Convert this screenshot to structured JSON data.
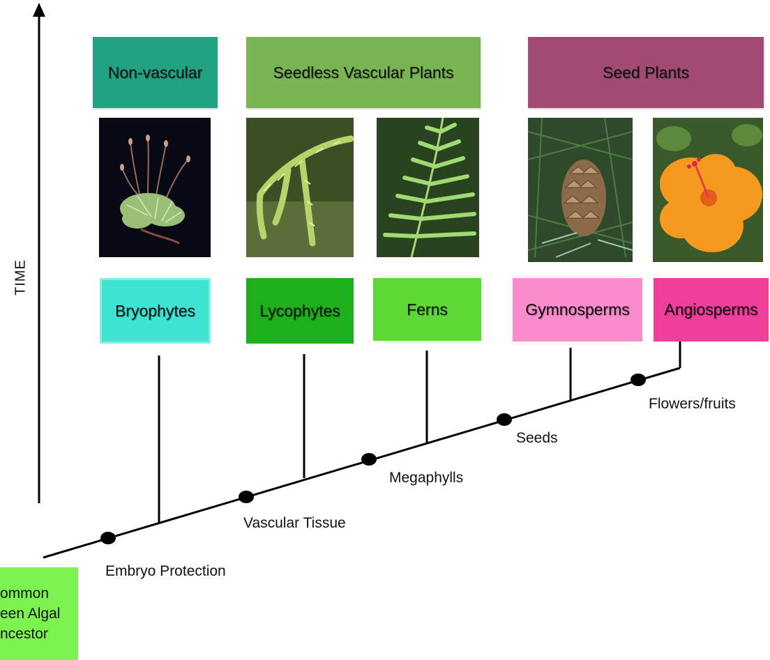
{
  "axis": {
    "label": "TIME"
  },
  "groups": [
    {
      "label": "Non-vascular",
      "color": "#21a383"
    },
    {
      "label": "Seedless Vascular Plants",
      "color": "#79b653"
    },
    {
      "label": "Seed Plants",
      "color": "#a14a73"
    }
  ],
  "taxa": [
    {
      "label": "Bryophytes",
      "color": "#3ee3d2"
    },
    {
      "label": "Lycophytes",
      "color": "#1db01b"
    },
    {
      "label": "Ferns",
      "color": "#5ed834"
    },
    {
      "label": "Gymnosperms",
      "color": "#f98ccb"
    },
    {
      "label": "Angiosperms",
      "color": "#f03e9b"
    }
  ],
  "photos": [
    {
      "name": "moss-photo"
    },
    {
      "name": "lycophyte-photo"
    },
    {
      "name": "fern-photo"
    },
    {
      "name": "pine-cone-photo"
    },
    {
      "name": "hibiscus-photo"
    }
  ],
  "traits": [
    {
      "label": "Embryo Protection"
    },
    {
      "label": "Vascular Tissue"
    },
    {
      "label": "Megaphylls"
    },
    {
      "label": "Seeds"
    },
    {
      "label": "Flowers/fruits"
    }
  ],
  "ancestor": {
    "line1": "ommon",
    "line2": "een Algal",
    "line3": "ncestor",
    "color": "#7cf24e"
  }
}
